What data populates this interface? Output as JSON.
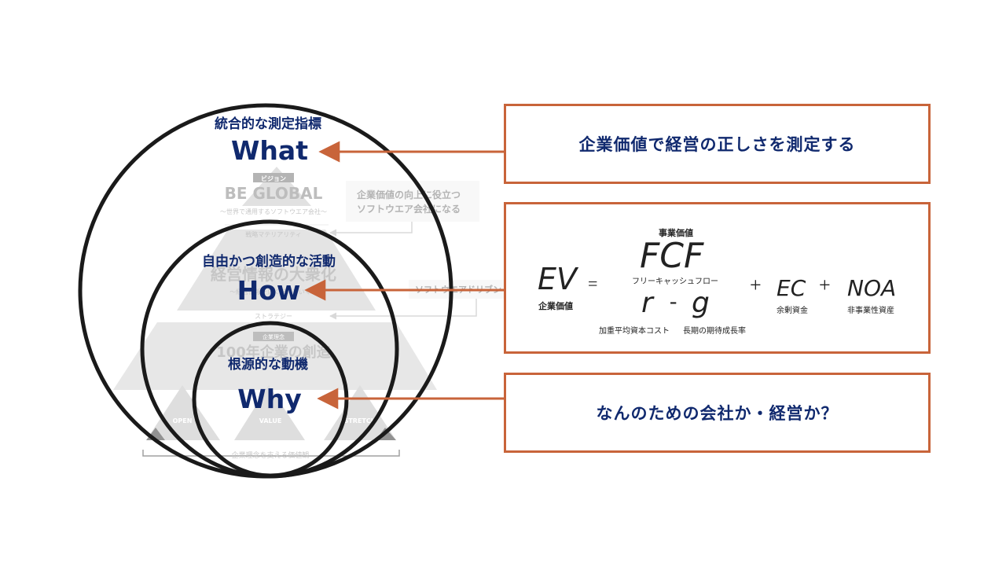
{
  "colors": {
    "navy": "#10296e",
    "arrow": "#c8643a",
    "ring": "#1a1a1a",
    "ghost": "#d2d2d2"
  },
  "circles": {
    "outer": {
      "caption": "統合的な測定指標",
      "keyword": "What"
    },
    "middle": {
      "caption": "自由かつ創造的な活動",
      "keyword": "How"
    },
    "inner": {
      "caption": "根源的な動機",
      "keyword": "Why"
    }
  },
  "pyramid": {
    "vision_tag": "ビジョン",
    "vision_title": "BE GLOBAL",
    "vision_sub": "〜世界で通用するソフトウエア会社〜",
    "callout_top": [
      "企業価値の向上に役立つ",
      "ソフトウエア会社になる"
    ],
    "materiality_label": "戦略マテリアリティ",
    "tier2_title": "経営情報の大衆化",
    "tier2_sub": "〜経営情報を広く伝えていく〜",
    "callout_mid": "ソフトウエアドリブン",
    "strategy_label": "ストラテジー",
    "philosophy_tag": "企業理念",
    "tier3_title": "100年企業の創造",
    "values": [
      "OPEN",
      "VALUE",
      "STRETCH"
    ],
    "bottom_note": "企業理念を支える価値観"
  },
  "boxes": {
    "what_text": "企業価値で経営の正しさを測定する",
    "why_text": "なんのための会社か・経営か？"
  },
  "formula": {
    "lhs": "EV",
    "lhs_label": "企業価値",
    "equals": "=",
    "top_label": "事業価値",
    "numerator": "FCF",
    "numerator_label": "フリーキャッシュフロー",
    "denom_r": "r",
    "minus": "-",
    "denom_g": "g",
    "r_label": "加重平均資本コスト",
    "g_label": "長期の期待成長率",
    "plus1": "+",
    "ec": "EC",
    "ec_label": "余剰資金",
    "plus2": "+",
    "noa": "NOA",
    "noa_label": "非事業性資産"
  }
}
